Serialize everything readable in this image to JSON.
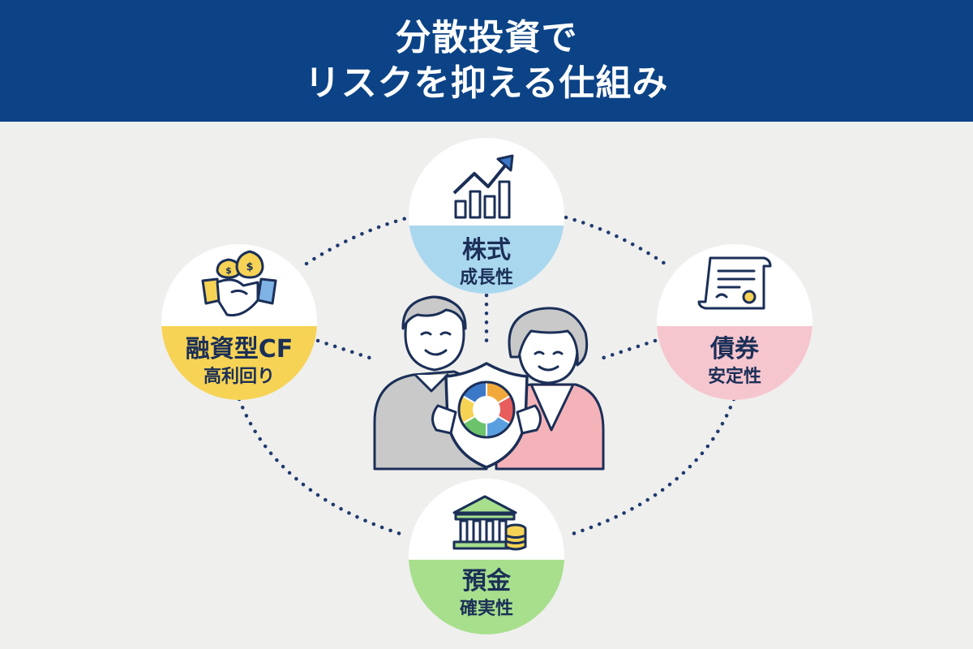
{
  "header": {
    "title_line1": "分散投資で",
    "title_line2": "リスクを抑える仕組み",
    "background": "#0c4386"
  },
  "nodes": {
    "stocks": {
      "label": "株式",
      "sublabel": "成長性",
      "color": "#a9d7ee",
      "icon": "growth-chart-icon"
    },
    "bonds": {
      "label": "債券",
      "sublabel": "安定性",
      "color": "#f6c6cf",
      "icon": "certificate-icon"
    },
    "loan_cf": {
      "label": "融資型CF",
      "sublabel": "高利回り",
      "color": "#f6d355",
      "icon": "handshake-money-icon"
    },
    "deposits": {
      "label": "預金",
      "sublabel": "確実性",
      "color": "#a7df8d",
      "icon": "bank-coins-icon"
    }
  },
  "center": {
    "icon": "couple-with-shield-icon",
    "shield_colors": [
      "#f2a93b",
      "#e85d5d",
      "#5aa0e0",
      "#6cc36c",
      "#f6d355",
      "#3c78c8"
    ]
  },
  "colors": {
    "navy": "#1b2f57",
    "dots": "#1f3a6e",
    "background": "#efefee"
  }
}
